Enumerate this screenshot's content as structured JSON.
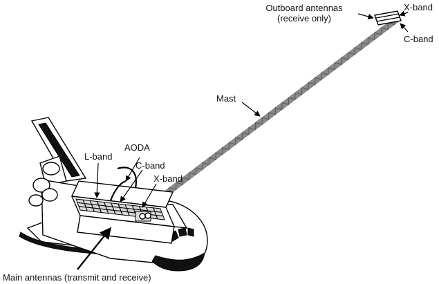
{
  "labels": {
    "outboard_antennas_line1": "Outboard antennas",
    "outboard_antennas_line2": "(receive only)",
    "outboard_x_band": "X-band",
    "outboard_c_band": "C-band",
    "mast": "Mast",
    "aoda": "AODA",
    "l_band": "L-band",
    "c_band": "C-band",
    "x_band": "X-band",
    "main_antennas": "Main antennas (transmit and receive)"
  },
  "colors": {
    "ink": "#000000",
    "mast_grey": "#8a8a8a",
    "panel_grey": "#d9d9d9"
  }
}
